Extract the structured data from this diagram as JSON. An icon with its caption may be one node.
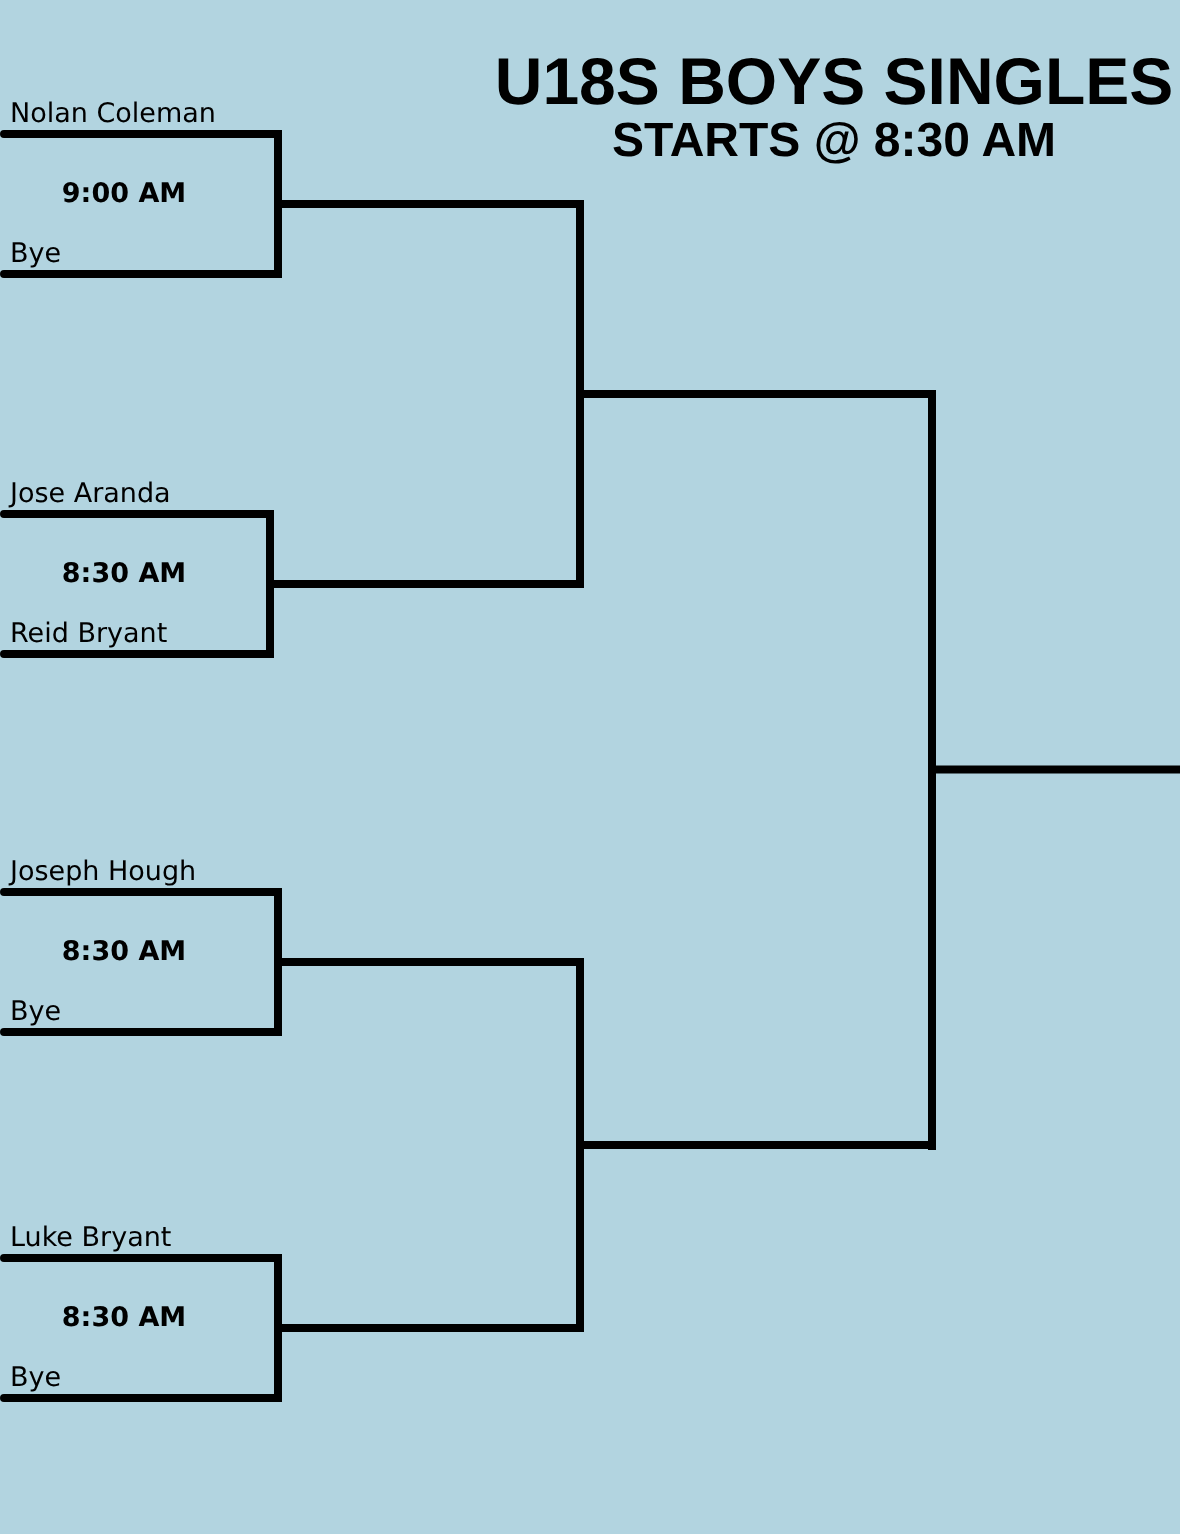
{
  "diagram": {
    "title": "U18S BOYS SINGLES",
    "nodes": [
      {
        "text": [
          "Nolan Coleman",
          "9:00 AM",
          "Bye"
        ]
      },
      {
        "text": [
          "Jose Aranda",
          "8:30 AM",
          "Reid Bryant"
        ]
      },
      {
        "text": [
          "Joseph Hough",
          "8:30 AM",
          "Bye"
        ]
      },
      {
        "text": [
          "Luke Bryant",
          "8:30 AM",
          "Bye"
        ]
      },
      {
        "text": [],
        "shape": "bar"
      },
      {
        "text": [],
        "shape": "bar"
      },
      {
        "text": [],
        "shape": "bar"
      }
    ],
    "edges": [
      {
        "from": 0,
        "to": 4,
        "arrow": "none"
      },
      {
        "from": 1,
        "to": 4,
        "arrow": "none"
      },
      {
        "from": 2,
        "to": 5,
        "arrow": "none"
      },
      {
        "from": 3,
        "to": 5,
        "arrow": "none"
      },
      {
        "from": 4,
        "to": 6,
        "arrow": "none"
      },
      {
        "from": 5,
        "to": 6,
        "arrow": "none"
      },
      {
        "from": 6,
        "to": null,
        "arrow": "none"
      }
    ],
    "labels": [
      "STARTS @ 8:30 AM"
    ]
  }
}
